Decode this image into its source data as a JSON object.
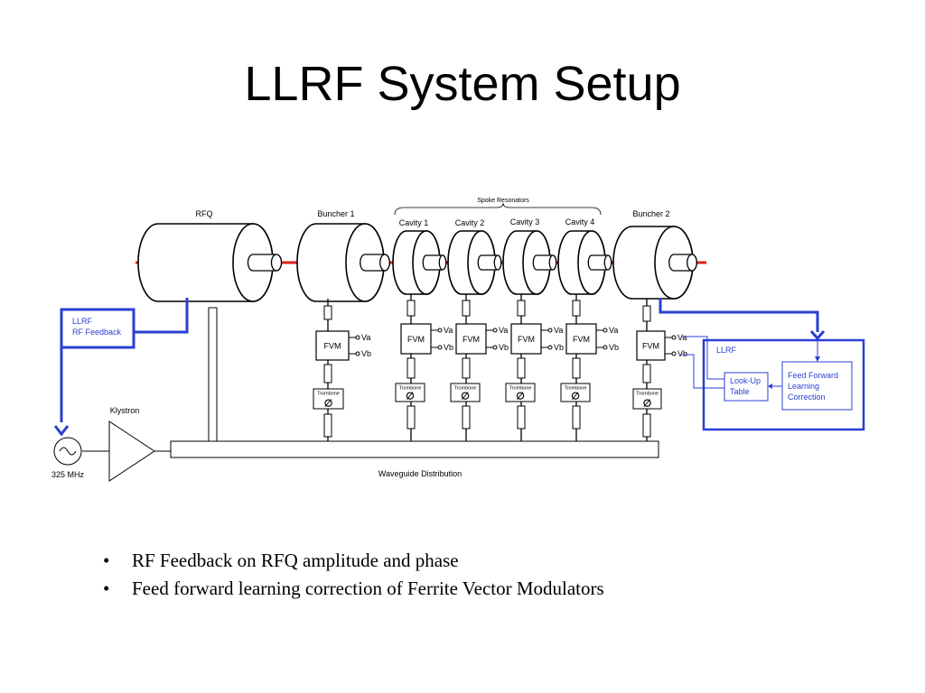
{
  "title": "LLRF System Setup",
  "labels": {
    "rfq": "RFQ",
    "buncher1": "Buncher 1",
    "spoke_resonators": "Spoke Resonators",
    "cavity1": "Cavity 1",
    "cavity2": "Cavity 2",
    "cavity3": "Cavity 3",
    "cavity4": "Cavity 4",
    "buncher2": "Buncher 2",
    "llrf_rf_feedback_line1": "LLRF",
    "llrf_rf_feedback_line2": "RF Feedback",
    "klystron": "Klystron",
    "freq": "325 MHz",
    "waveguide": "Waveguide Distribution",
    "fvm": "FVM",
    "va": "Va",
    "vb": "Vb",
    "trombone": "Trombone",
    "phase_symbol": "∅",
    "llrf_box": "LLRF",
    "lookup_line1": "Look-Up",
    "lookup_line2": "Table",
    "ff_line1": "Feed Forward",
    "ff_line2": "Learning",
    "ff_line3": "Correction"
  },
  "colors": {
    "feedback_blue": "#2b3fd1",
    "beam_red": "#e02020",
    "line": "#000000"
  },
  "bullets": [
    "RF Feedback on RFQ amplitude and phase",
    "Feed forward learning correction of Ferrite Vector Modulators"
  ]
}
